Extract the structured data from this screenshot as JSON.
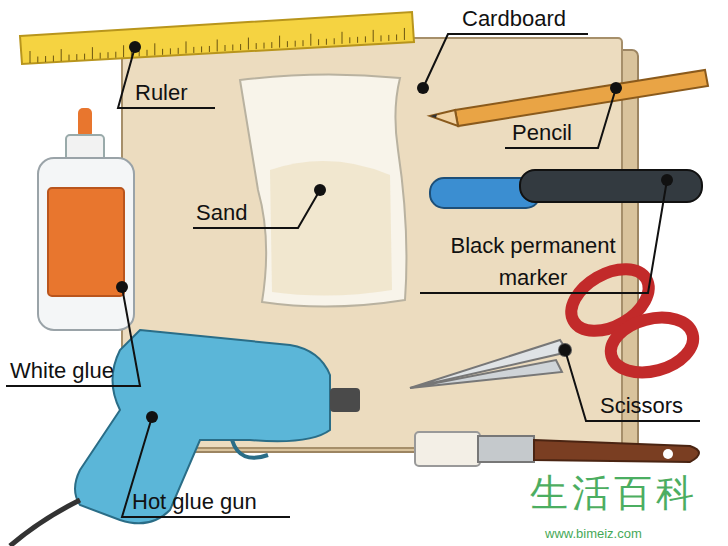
{
  "diagram": {
    "labels": [
      "Cardboard",
      "Ruler",
      "Sand",
      "Pencil",
      "Black permanent marker",
      "White glue",
      "Scissors",
      "Hot glue gun",
      "生活百科",
      "www.bimeiz.com"
    ]
  }
}
